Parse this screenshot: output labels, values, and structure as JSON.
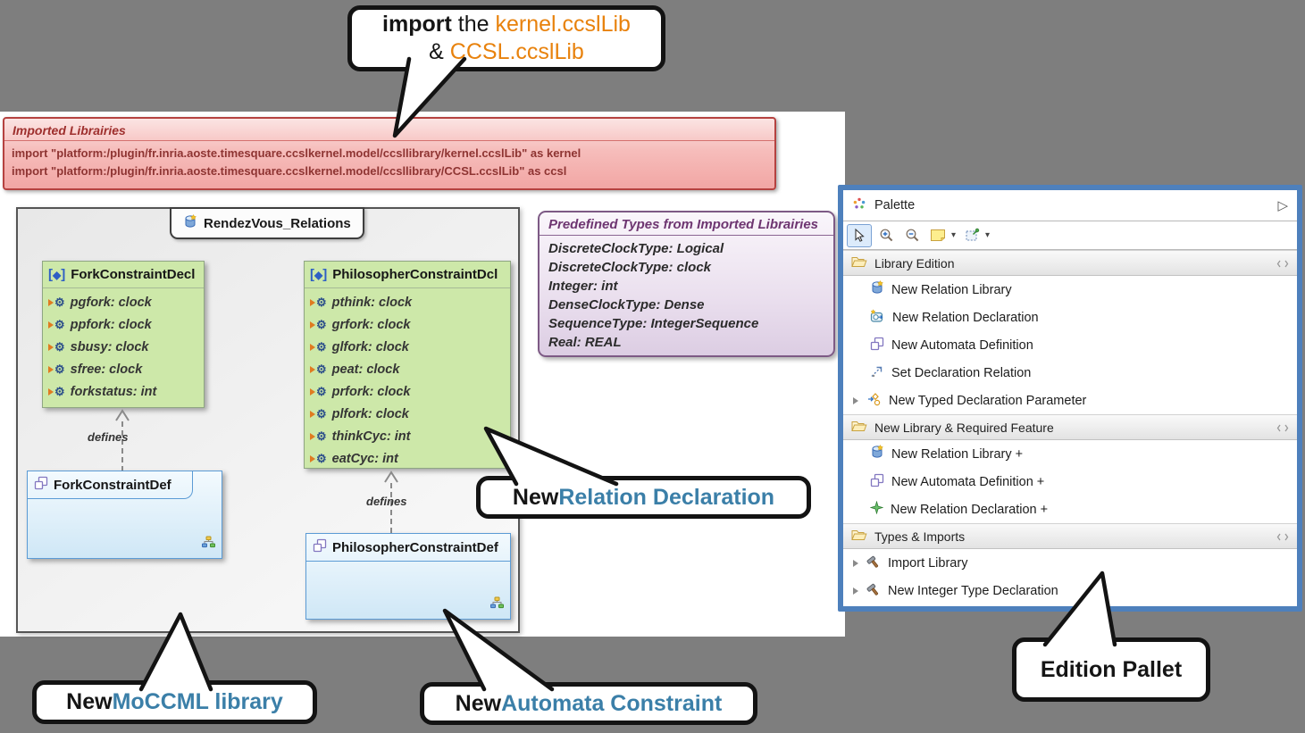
{
  "callouts": {
    "import_note": {
      "word_import": "import",
      "word_the": " the ",
      "lib1": "kernel.ccslLib",
      "amp": "& ",
      "lib2": "CCSL.ccslLib"
    },
    "relation_declaration": {
      "prefix": "New ",
      "highlight": "Relation Declaration"
    },
    "moccml_library": {
      "prefix": "New ",
      "highlight": "MoCCML library"
    },
    "automata_constraint": {
      "prefix": "New ",
      "highlight": "Automata Constraint"
    },
    "edition_pallet": {
      "label": "Edition Pallet"
    }
  },
  "imported_libraries_panel": {
    "title": "Imported Librairies",
    "imports": [
      "import \"platform:/plugin/fr.inria.aoste.timesquare.ccslkernel.model/ccsllibrary/kernel.ccslLib\" as kernel",
      "import \"platform:/plugin/fr.inria.aoste.timesquare.ccslkernel.model/ccsllibrary/CCSL.ccslLib\" as ccsl"
    ]
  },
  "diagram": {
    "title": "RendezVous_Relations",
    "edge_label": "defines",
    "fork_decl": {
      "name": "ForkConstraintDecl",
      "attributes": [
        "pgfork: clock",
        "ppfork: clock",
        "sbusy: clock",
        "sfree: clock",
        "forkstatus: int"
      ]
    },
    "philosopher_decl": {
      "name": "PhilosopherConstraintDcl",
      "attributes": [
        "pthink: clock",
        "grfork: clock",
        "glfork: clock",
        "peat: clock",
        "prfork: clock",
        "plfork: clock",
        "thinkCyc: int",
        "eatCyc: int"
      ]
    },
    "fork_def": {
      "name": "ForkConstraintDef"
    },
    "philosopher_def": {
      "name": "PhilosopherConstraintDef"
    }
  },
  "predefined_types_panel": {
    "title": "Predefined Types from Imported Librairies",
    "types": [
      "DiscreteClockType: Logical",
      "DiscreteClockType: clock",
      "Integer: int",
      "DenseClockType: Dense",
      "SequenceType: IntegerSequence",
      "Real: REAL"
    ]
  },
  "palette": {
    "title": "Palette",
    "toolbar_icons": [
      "select-tool",
      "zoom-in-tool",
      "zoom-out-tool",
      "note-tool",
      "marquee-tool"
    ],
    "sections": [
      {
        "title": "Library Edition",
        "items": [
          {
            "label": "New Relation Library",
            "icon": "relation-library-icon"
          },
          {
            "label": "New Relation Declaration",
            "icon": "relation-declaration-icon"
          },
          {
            "label": "New Automata Definition",
            "icon": "automata-definition-icon"
          },
          {
            "label": "Set Declaration Relation",
            "icon": "set-declaration-relation-icon"
          },
          {
            "label": "New Typed Declaration Parameter",
            "icon": "typed-declaration-parameter-icon",
            "expandable": true
          }
        ]
      },
      {
        "title": "New Library & Required Feature",
        "items": [
          {
            "label": "New Relation Library +",
            "icon": "relation-library-icon"
          },
          {
            "label": "New Automata Definition +",
            "icon": "automata-definition-icon"
          },
          {
            "label": "New Relation Declaration +",
            "icon": "green-diamond-icon"
          }
        ]
      },
      {
        "title": "Types & Imports",
        "items": [
          {
            "label": "Import Library",
            "icon": "hammer-icon",
            "expandable": true
          },
          {
            "label": "New Integer Type Declaration",
            "icon": "hammer-icon",
            "expandable": true
          }
        ]
      }
    ]
  },
  "colors": {
    "accent_orange": "#e8820d",
    "accent_teal": "#3b7fa8",
    "palette_border": "#4e80bc",
    "decl_green": "#cde8a9",
    "def_blue": "#d9ecfa",
    "imported_red": "#b54240",
    "predefined_purple": "#7d5a85"
  }
}
